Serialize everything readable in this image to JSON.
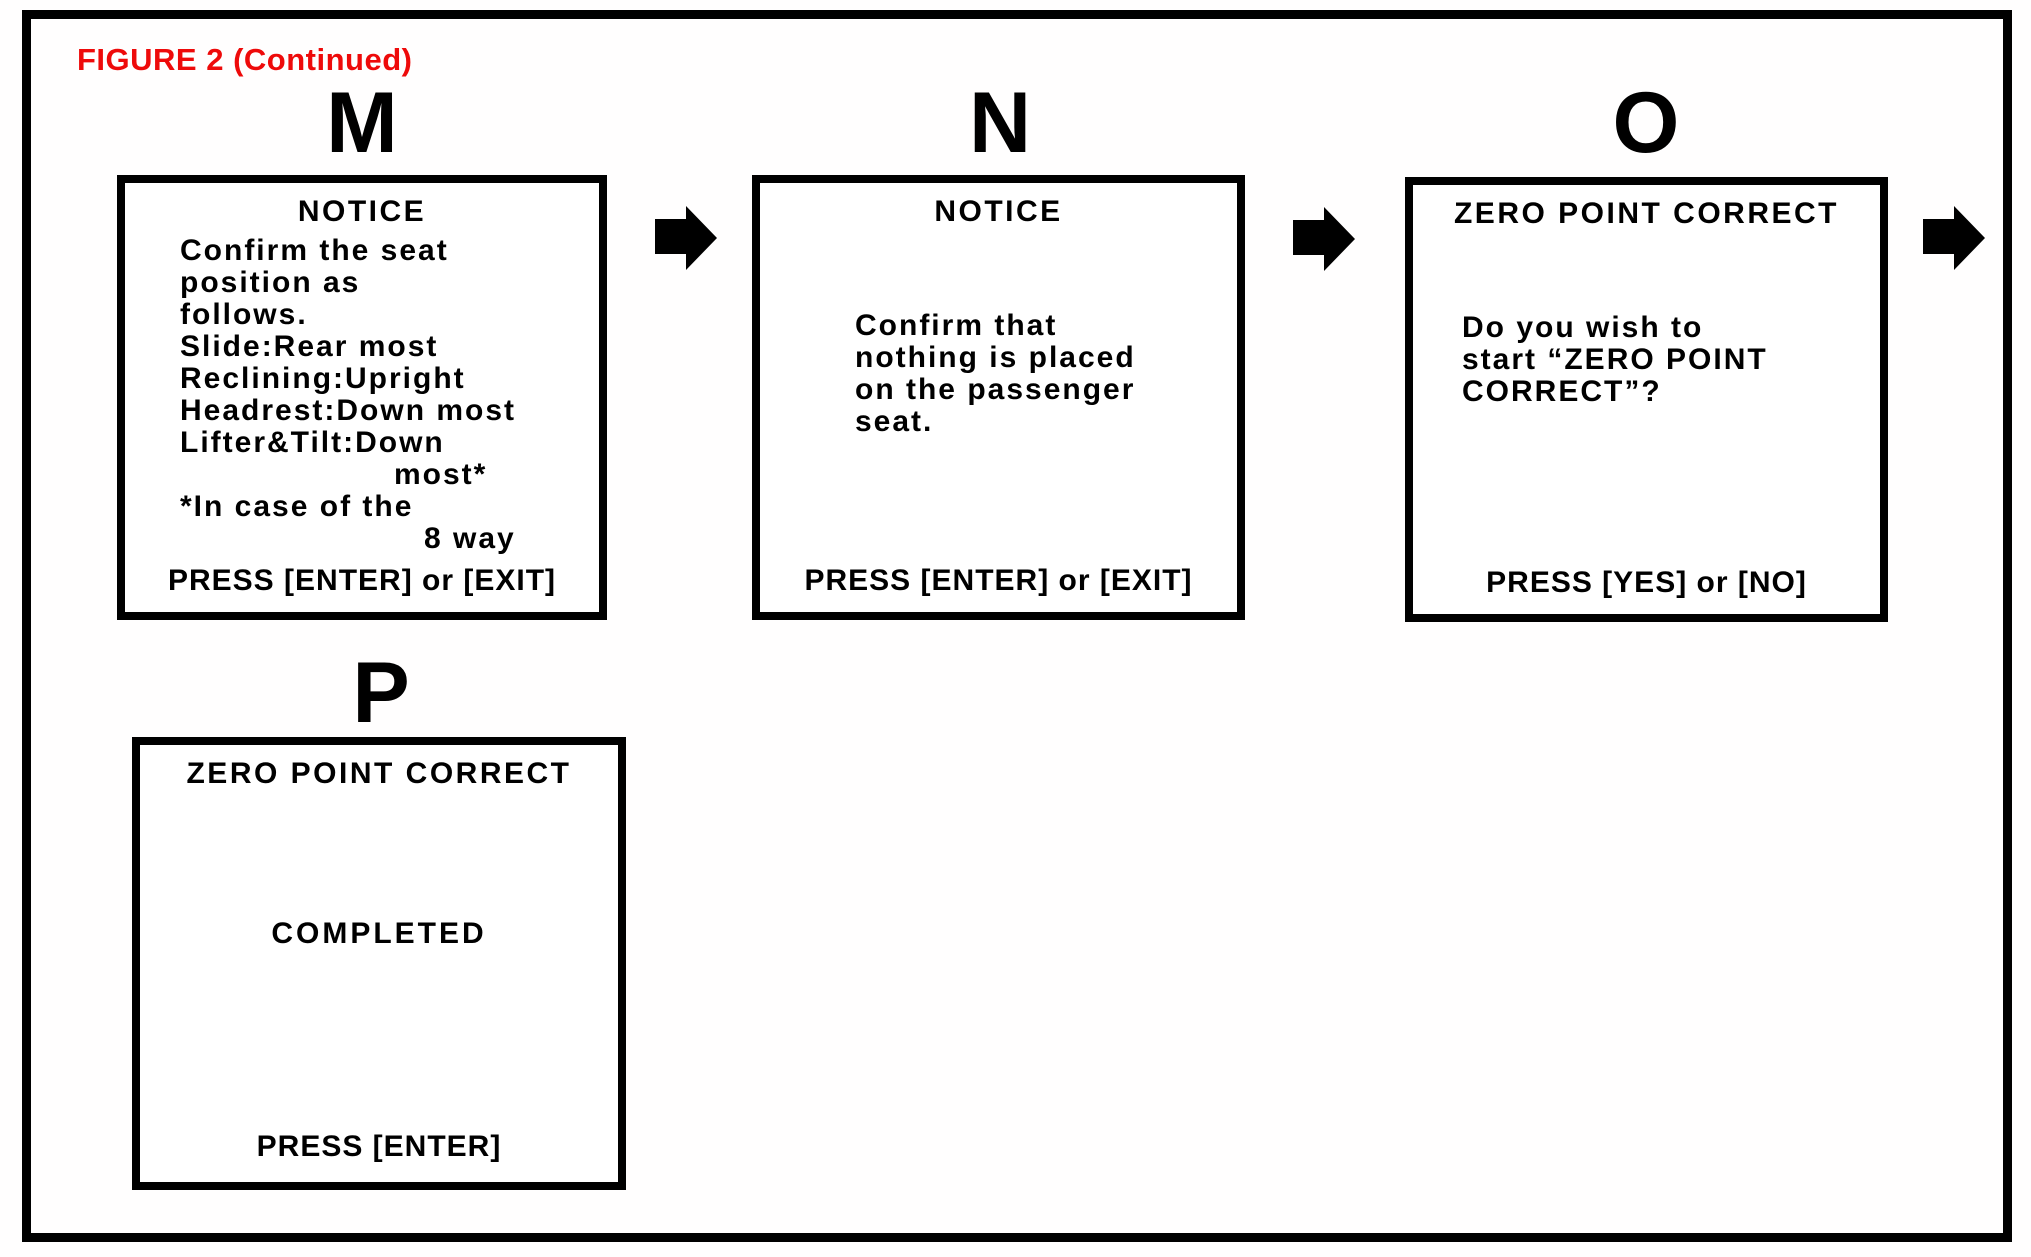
{
  "figure_title": {
    "text": "FIGURE 2 (Continued)",
    "color": "#ee0a0a"
  },
  "colors": {
    "ink": "#000000",
    "paper": "#ffffff",
    "title_red": "#ee0a0a"
  },
  "screens": [
    {
      "label": "M",
      "heading": "NOTICE",
      "body": [
        "Confirm the seat",
        "position as",
        "follows.",
        "Slide:Rear most",
        "Reclining:Upright",
        "Headrest:Down most",
        "Lifter&Tilt:Down",
        "most*",
        "*In case of the",
        "8 way"
      ],
      "footer": "PRESS [ENTER] or [EXIT]"
    },
    {
      "label": "N",
      "heading": "NOTICE",
      "body": [
        "Confirm that",
        "nothing is placed",
        "on the passenger",
        "seat."
      ],
      "footer": "PRESS [ENTER] or [EXIT]"
    },
    {
      "label": "O",
      "heading": "ZERO POINT CORRECT",
      "body": [
        "Do you wish to",
        "start “ZERO POINT",
        "CORRECT”?"
      ],
      "footer": "PRESS [YES] or [NO]"
    },
    {
      "label": "P",
      "heading": "ZERO POINT CORRECT",
      "body": [
        "COMPLETED"
      ],
      "footer": "PRESS [ENTER]"
    }
  ]
}
